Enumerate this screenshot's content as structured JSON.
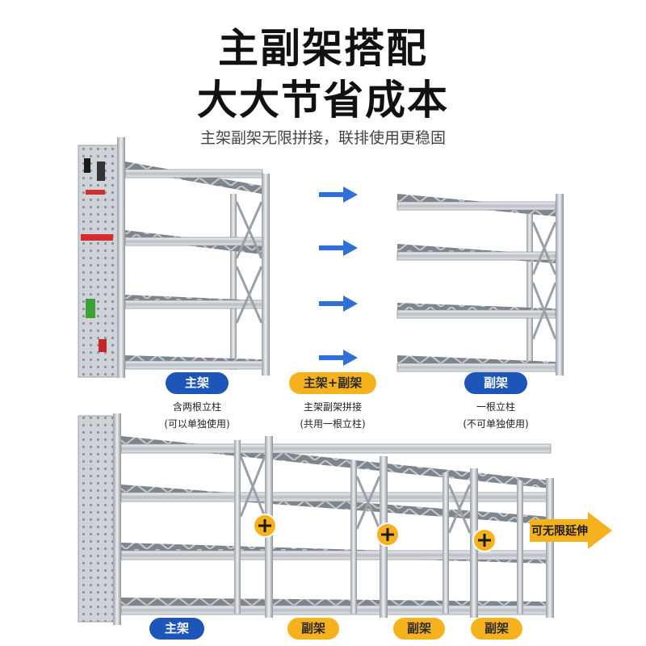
{
  "header": {
    "title_line1": "主副架搭配",
    "title_line2": "大大节省成本",
    "subtitle": "主架副架无限拼接，联排使用更稳固"
  },
  "options": [
    {
      "badge": "主架",
      "line1": "含两根立柱",
      "line2": "(可以单独使用)"
    },
    {
      "badge": "主架+副架",
      "line1": "主架副架拼接",
      "line2": "(共用一根立柱)"
    },
    {
      "badge": "副架",
      "line1": "一根立柱",
      "line2": "(不可单独使用)"
    }
  ],
  "bottom": {
    "labels": [
      "主架",
      "副架",
      "副架",
      "副架"
    ],
    "extend_label": "可无限延伸"
  },
  "colors": {
    "blue": "#1d56b8",
    "orange": "#f6b21c",
    "arrow_blue": "#2e6fd8"
  }
}
